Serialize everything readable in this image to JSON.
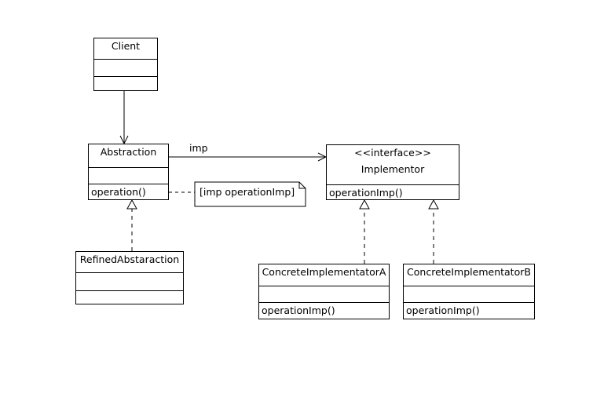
{
  "classes": {
    "client": {
      "name": "Client"
    },
    "abstraction": {
      "name": "Abstraction",
      "operation": "operation()"
    },
    "refined": {
      "name": "RefinedAbstaraction"
    },
    "implementor": {
      "stereotype": "<<interface>>",
      "name": "Implementor",
      "operation": "operationImp()"
    },
    "concreteA": {
      "name": "ConcreteImplementatorA",
      "operation": "operationImp()"
    },
    "concreteB": {
      "name": "ConcreteImplementatorB",
      "operation": "operationImp()"
    }
  },
  "associations": {
    "imp_label": "imp"
  },
  "note": {
    "text": "[imp operationImp]"
  }
}
